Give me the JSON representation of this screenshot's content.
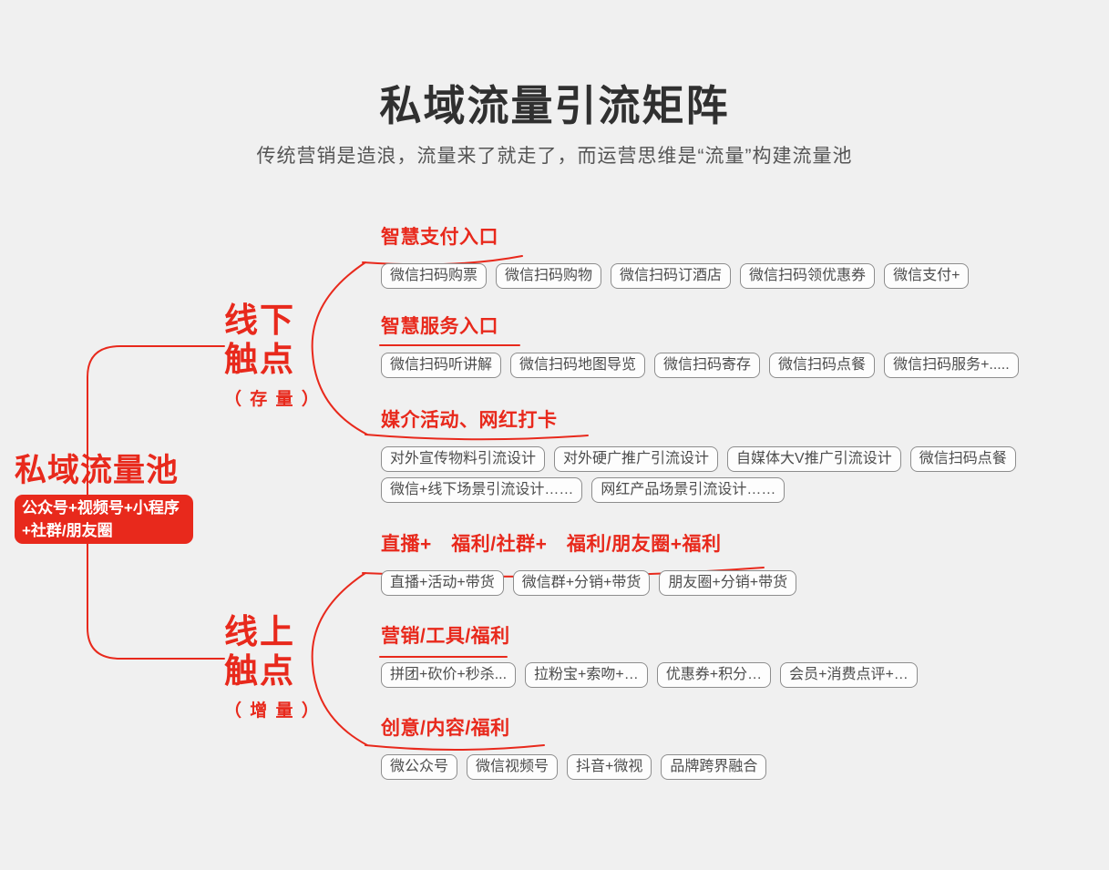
{
  "page": {
    "background_color": "#f0f0f0",
    "accent_red": "#e8291c",
    "title_color": "#303030"
  },
  "header": {
    "title": "私域流量引流矩阵",
    "subtitle": "传统营销是造浪，流量来了就走了，而运营思维是“流量”构建流量池"
  },
  "root": {
    "title": "私域流量池",
    "detail_line1": "公众号+视频号+小程序",
    "detail_line2": "+社群/朋友圈"
  },
  "branches": [
    {
      "label_line1": "线下",
      "label_line2": "触点",
      "note": "（ 存 量 ）",
      "sections": [
        {
          "title": "智慧支付入口",
          "rows": [
            [
              "微信扫码购票",
              "微信扫码购物",
              "微信扫码订酒店",
              "微信扫码领优惠券",
              "微信支付+"
            ]
          ]
        },
        {
          "title": "智慧服务入口",
          "rows": [
            [
              "微信扫码听讲解",
              "微信扫码地图导览",
              "微信扫码寄存",
              "微信扫码点餐",
              "微信扫码服务+....."
            ]
          ]
        },
        {
          "title": "媒介活动、网红打卡",
          "rows": [
            [
              "对外宣传物料引流设计",
              "对外硬广推广引流设计",
              "自媒体大V推广引流设计",
              "微信扫码点餐"
            ],
            [
              "微信+线下场景引流设计……",
              "网红产品场景引流设计……"
            ]
          ]
        }
      ]
    },
    {
      "label_line1": "线上",
      "label_line2": "触点",
      "note": "（ 增 量 ）",
      "sections": [
        {
          "title": "直播+　福利/社群+　福利/朋友圈+福利",
          "rows": [
            [
              "直播+活动+带货",
              "微信群+分销+带货",
              "朋友圈+分销+带货"
            ]
          ]
        },
        {
          "title": "营销/工具/福利",
          "rows": [
            [
              "拼团+砍价+秒杀...",
              "拉粉宝+索吻+…",
              "优惠券+积分…",
              "会员+消费点评+…"
            ]
          ]
        },
        {
          "title": "创意/内容/福利",
          "rows": [
            [
              "微公众号",
              "微信视频号",
              "抖音+微视",
              "品牌跨界融合"
            ]
          ]
        }
      ]
    }
  ]
}
